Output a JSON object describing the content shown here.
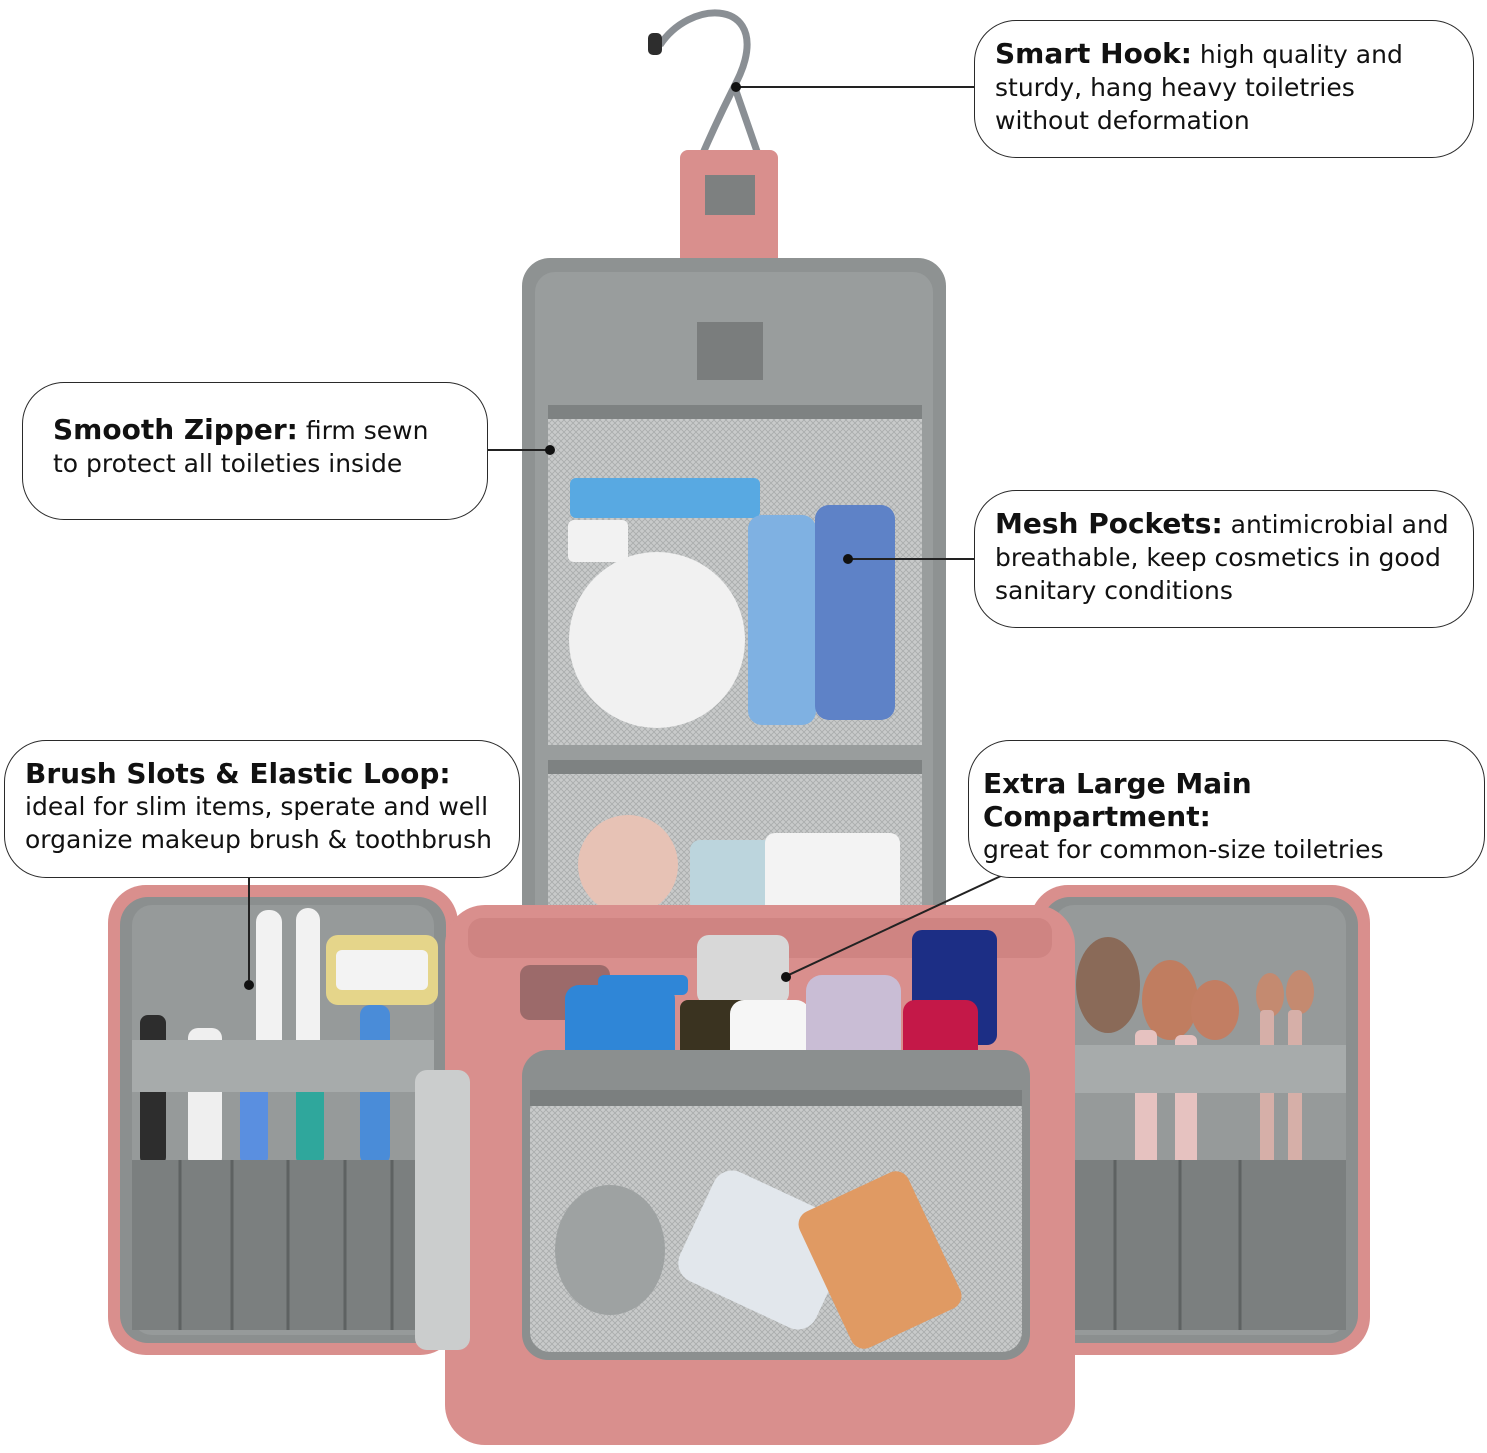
{
  "colors": {
    "shell_pink": "#d98f8d",
    "lining_gray": "#8b8f8f",
    "mesh_gray": "#b9bbbb",
    "callout_border": "#2a2a2a"
  },
  "callouts": {
    "smart_hook": {
      "title": "Smart Hook:",
      "text": "high quality and sturdy, hang heavy toiletries without deformation"
    },
    "smooth_zipper": {
      "title": "Smooth Zipper:",
      "text": "firm sewn to protect all toileties inside"
    },
    "mesh_pockets": {
      "title": "Mesh Pockets:",
      "text": "antimicrobial and breathable, keep cosmetics in good sanitary conditions"
    },
    "brush_slots": {
      "title": "Brush Slots & Elastic Loop:",
      "text": "ideal for slim items, sperate and well organize makeup brush & toothbrush"
    },
    "main_compartment": {
      "title": "Extra Large Main Compartment:",
      "text": "great for common-size toiletries"
    }
  }
}
